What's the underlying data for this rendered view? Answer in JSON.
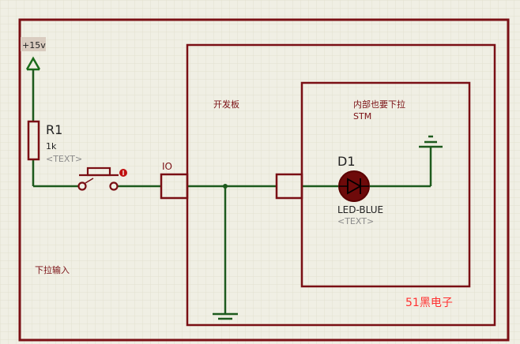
{
  "colors": {
    "background": "#f0efe4",
    "grid": "#e2e0cf",
    "border": "#7a0f14",
    "wire": "#1d5a1d",
    "power": "#1a6b1a",
    "pin_dot": "#c01010",
    "label_dark": "#7a0f14",
    "label_text": "#222222",
    "label_gray": "#8a8a8a",
    "watermark": "#ff3030",
    "power_label_bg": "#d9ccc0"
  },
  "labels": {
    "power": "+15v",
    "r1_ref": "R1",
    "r1_value": "1k",
    "r1_text": "<TEXT>",
    "io_label": "IO",
    "board_label": "开发板",
    "inner_label": "内部也要下拉",
    "stm_label": "STM",
    "d1_ref": "D1",
    "d1_value": "LED-BLUE",
    "d1_text": "<TEXT>",
    "pulldown_label": "下拉输入",
    "watermark": "51黑电子"
  },
  "icons": {
    "power": "power-arrow-icon",
    "resistor": "resistor-icon",
    "button": "pushbutton-icon",
    "led": "led-icon",
    "ground": "ground-icon"
  }
}
